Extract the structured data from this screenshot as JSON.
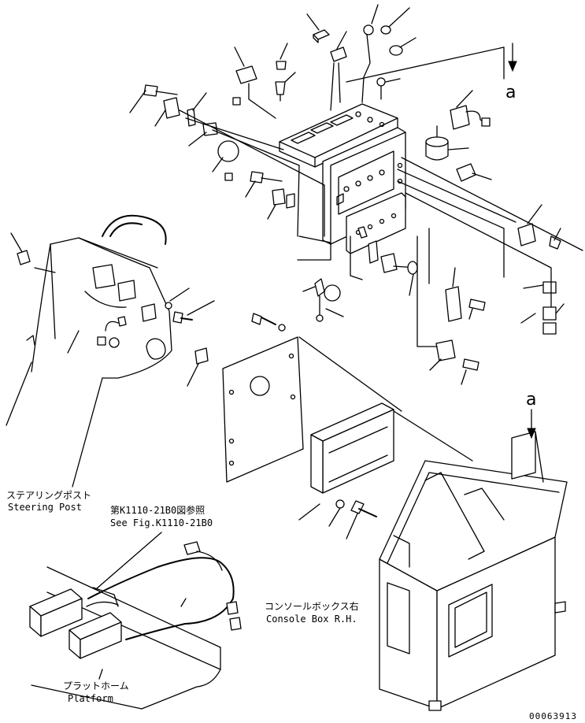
{
  "view_marker": "a",
  "labels": {
    "steering_post_jp": "ステアリングポスト",
    "steering_post_en": "Steering Post",
    "see_fig_jp": "第K1110-21B0図参照",
    "see_fig_en": "See Fig.K1110-21B0",
    "console_box_jp": "コンソールボックス右",
    "console_box_en": "Console Box R.H.",
    "platform_jp": "プラットホーム",
    "platform_en": "Platform"
  },
  "drawing_code": "00063913"
}
